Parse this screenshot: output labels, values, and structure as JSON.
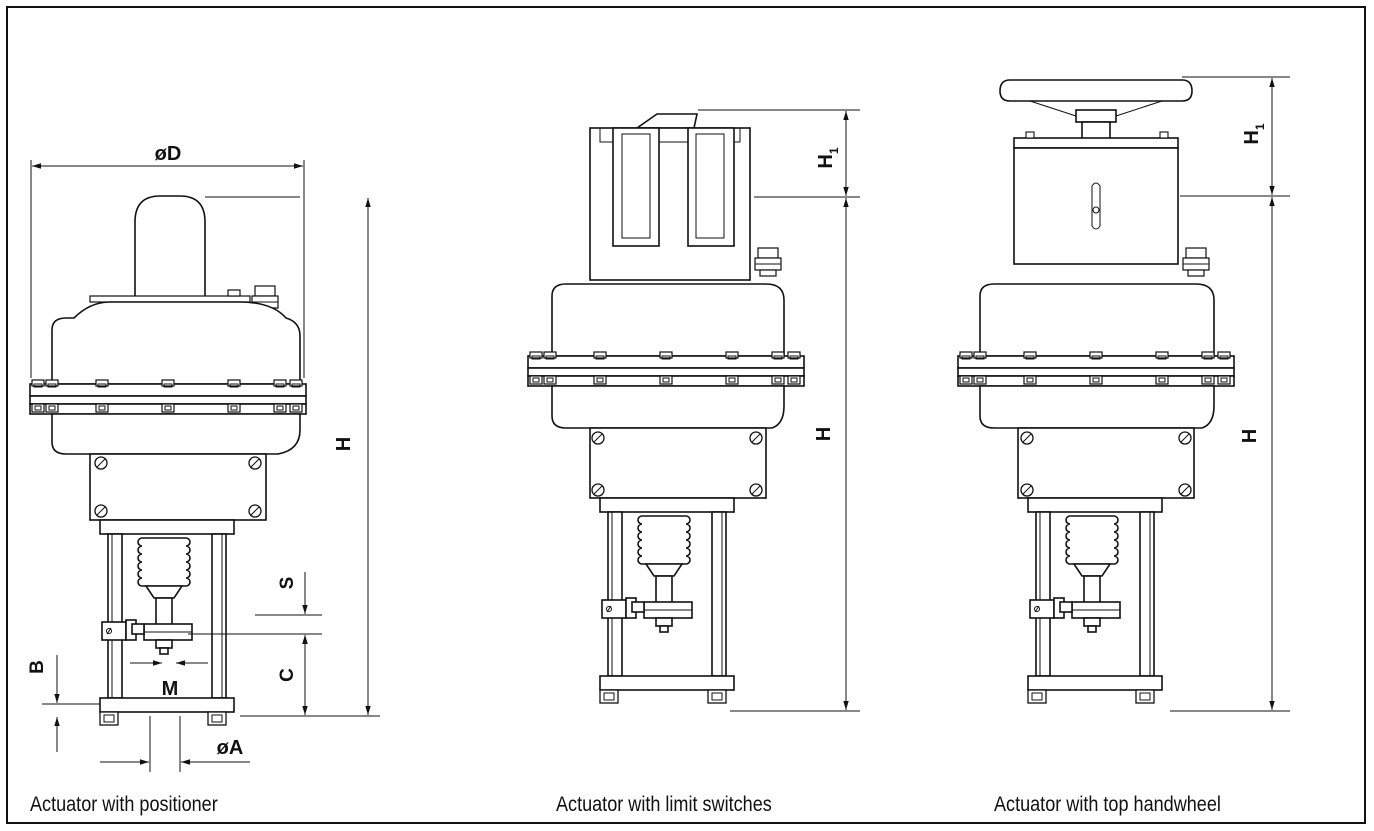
{
  "figures": [
    {
      "caption": "Actuator with positioner",
      "labels": {
        "diameter_D": "øD",
        "height": "H",
        "stroke": "S",
        "c": "C",
        "b": "B",
        "thread": "M",
        "diameter_A": "øA"
      }
    },
    {
      "caption": "Actuator with limit switches",
      "labels": {
        "height": "H",
        "height1": "H"
      }
    },
    {
      "caption": "Actuator with top handwheel",
      "labels": {
        "height": "H",
        "height1": "H"
      }
    }
  ],
  "subscript": "1"
}
